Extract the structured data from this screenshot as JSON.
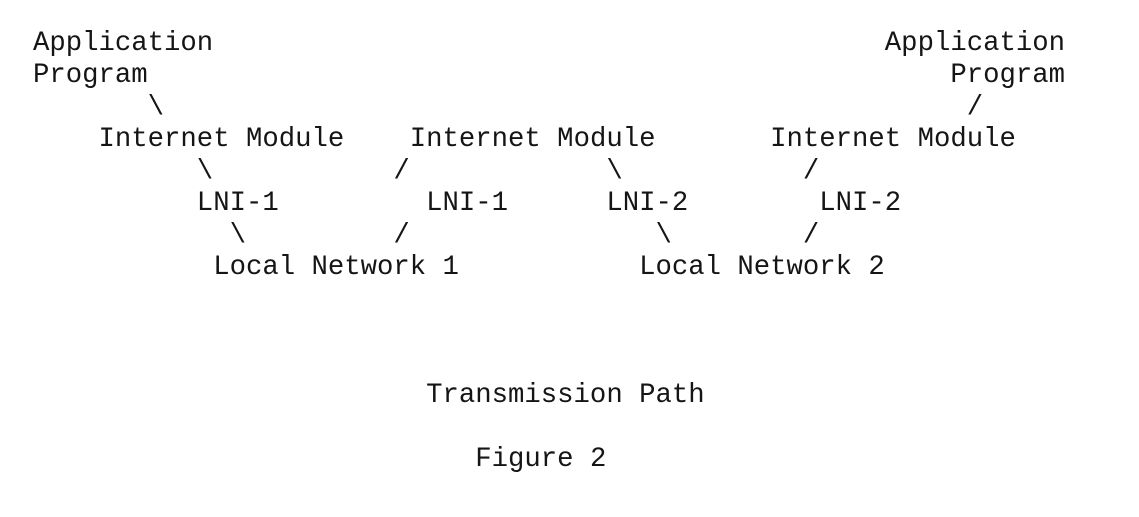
{
  "colors": {
    "background": "#ffffff",
    "text": "#151515"
  },
  "diagram": {
    "rows": [
      [
        {
          "col": 0,
          "text": "Application"
        },
        {
          "col": 52,
          "text": "Application"
        }
      ],
      [
        {
          "col": 0,
          "text": "Program"
        },
        {
          "col": 56,
          "text": "Program"
        }
      ],
      [
        {
          "col": 7,
          "text": "\\"
        },
        {
          "col": 57,
          "text": "/"
        }
      ],
      [
        {
          "col": 4,
          "text": "Internet Module"
        },
        {
          "col": 23,
          "text": "Internet Module"
        },
        {
          "col": 45,
          "text": "Internet Module"
        }
      ],
      [
        {
          "col": 10,
          "text": "\\"
        },
        {
          "col": 22,
          "text": "/"
        },
        {
          "col": 35,
          "text": "\\"
        },
        {
          "col": 47,
          "text": "/"
        }
      ],
      [
        {
          "col": 10,
          "text": "LNI-1"
        },
        {
          "col": 24,
          "text": "LNI-1"
        },
        {
          "col": 35,
          "text": "LNI-2"
        },
        {
          "col": 48,
          "text": "LNI-2"
        }
      ],
      [
        {
          "col": 12,
          "text": "\\"
        },
        {
          "col": 22,
          "text": "/"
        },
        {
          "col": 38,
          "text": "\\"
        },
        {
          "col": 47,
          "text": "/"
        }
      ],
      [
        {
          "col": 11,
          "text": "Local Network 1"
        },
        {
          "col": 37,
          "text": "Local Network 2"
        }
      ]
    ],
    "caption": "Transmission Path",
    "figure_label": "Figure 2",
    "semantics": {
      "application_programs": [
        "Application Program",
        "Application Program"
      ],
      "internet_modules": [
        "Internet Module",
        "Internet Module",
        "Internet Module"
      ],
      "local_network_interfaces": [
        "LNI-1",
        "LNI-1",
        "LNI-2",
        "LNI-2"
      ],
      "local_networks": [
        "Local Network 1",
        "Local Network 2"
      ]
    }
  }
}
